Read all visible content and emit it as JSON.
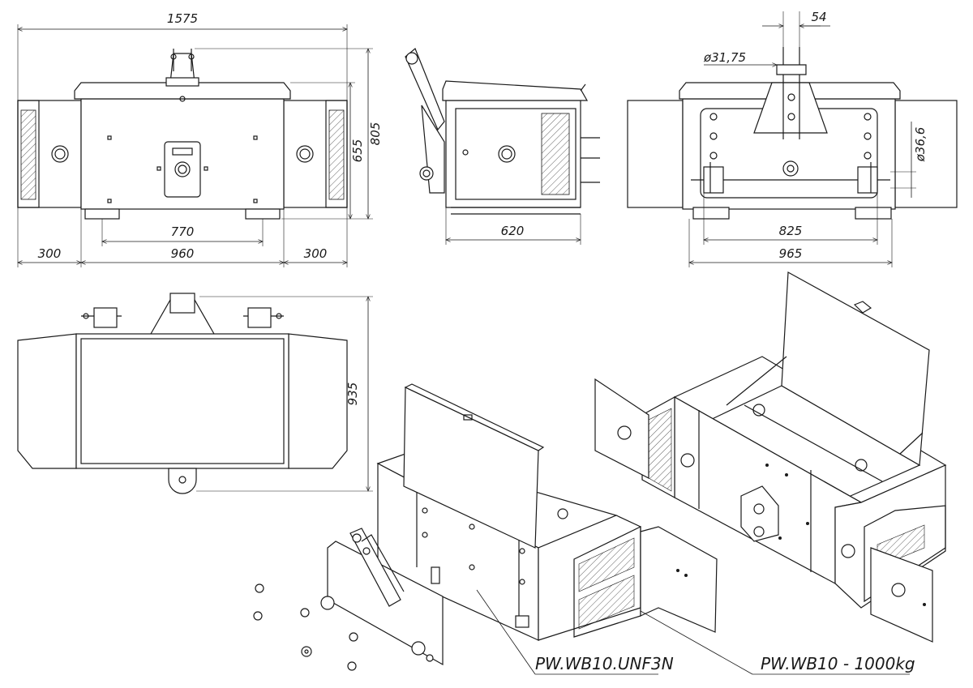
{
  "dimensions": {
    "overall_width": "1575",
    "height_box": "655",
    "height_total": "805",
    "bracket_span": "770",
    "box_width": "960",
    "side_left": "300",
    "side_right": "300",
    "side_depth": "620",
    "pin_width": "54",
    "pin_diameter": "ø31,75",
    "hole_diameter": "ø36,6",
    "rear_span_inner": "825",
    "rear_span_outer": "965",
    "top_depth": "935"
  },
  "labels": {
    "model_a": "PW.WB10.UNF3N",
    "model_b": "PW.WB10 - 1000kg"
  }
}
